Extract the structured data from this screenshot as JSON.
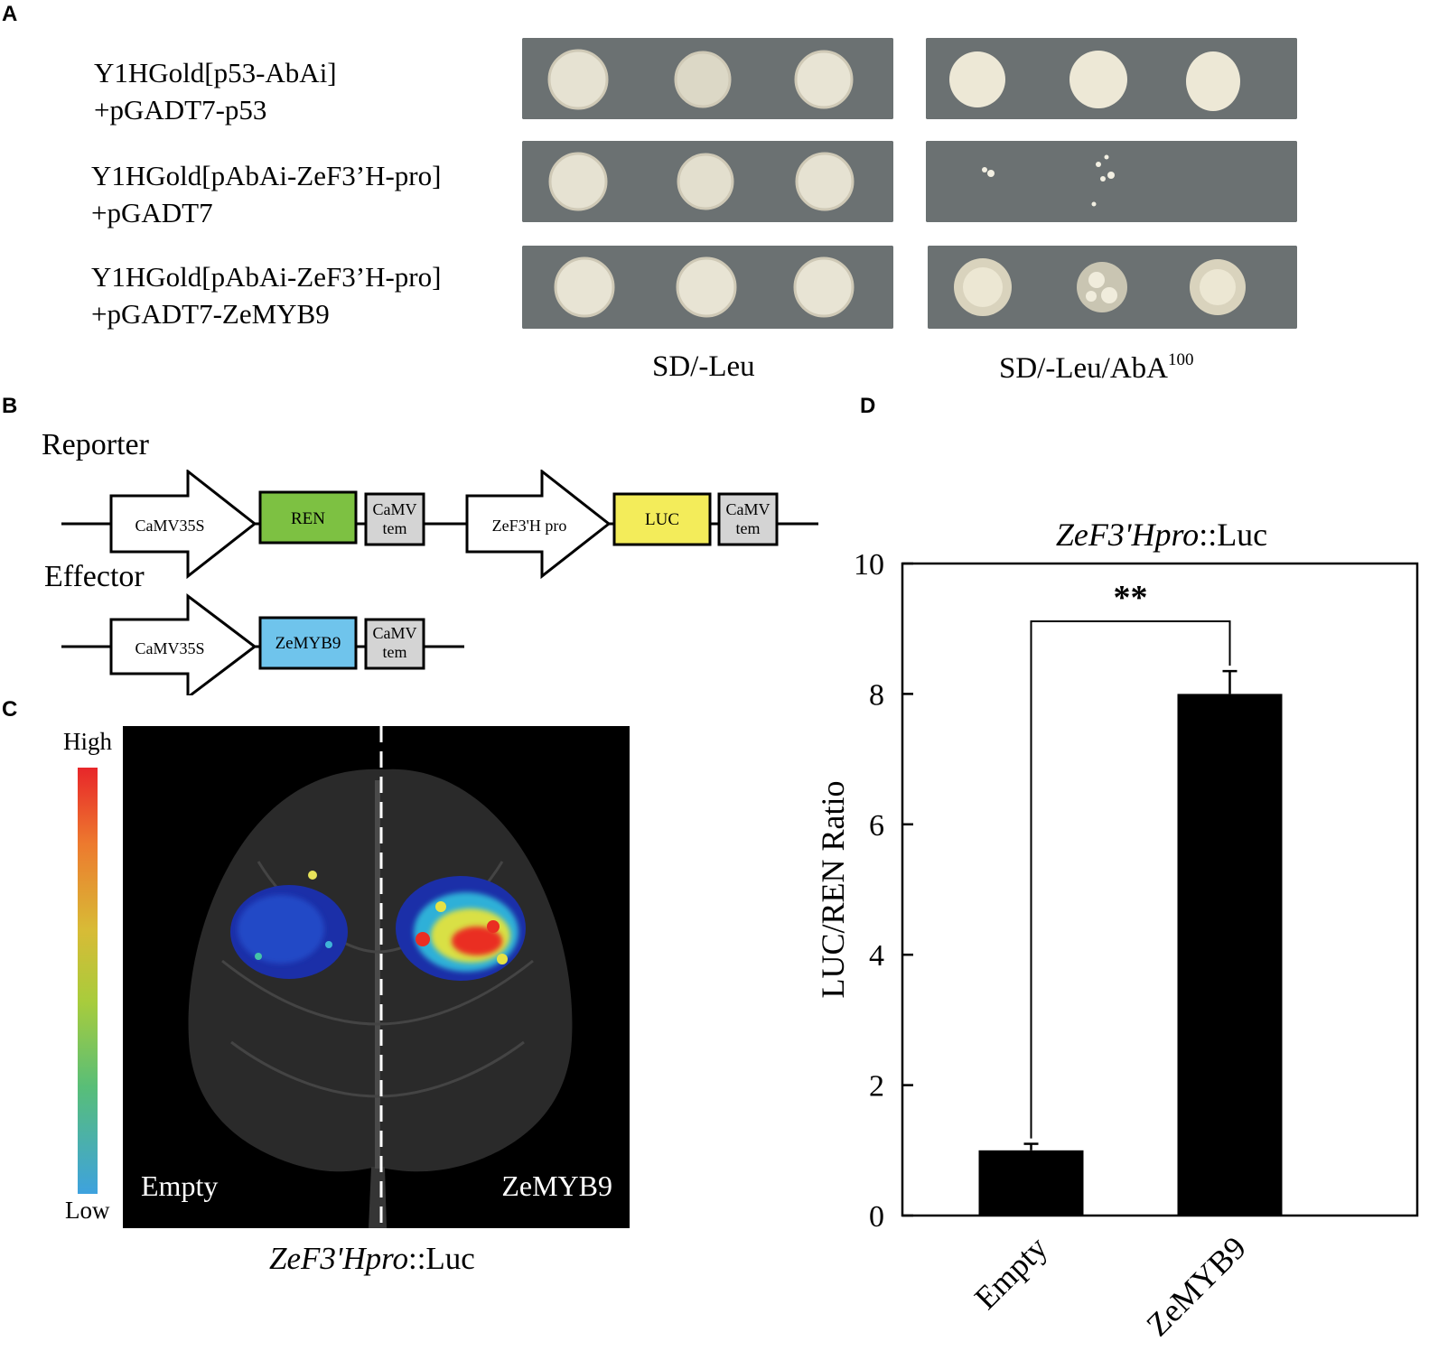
{
  "panels": {
    "a": "A",
    "b": "B",
    "c": "C",
    "d": "D"
  },
  "panel_a": {
    "rows": [
      {
        "line1": "Y1HGold[p53-AbAi]",
        "line2": "+pGADT7-p53"
      },
      {
        "line1": "Y1HGold[pAbAi-ZeF3’H-pro]",
        "line2": "+pGADT7"
      },
      {
        "line1": "Y1HGold[pAbAi-ZeF3’H-pro]",
        "line2": "+pGADT7-ZeMYB9"
      }
    ],
    "media": {
      "left": "SD/-Leu",
      "right_base": "SD/-Leu/AbA",
      "right_sup": "100"
    }
  },
  "panel_b": {
    "reporter_label": "Reporter",
    "effector_label": "Effector",
    "camv35s": "CaMV35S",
    "ren": "REN",
    "zef3h_pro": "ZeF3'H pro",
    "luc": "LUC",
    "zemyb9": "ZeMYB9",
    "term_line1": "CaMV",
    "term_line2": "tem",
    "colors": {
      "ren": "#7dc142",
      "luc": "#f3ec5a",
      "zemyb9": "#6fc4ec",
      "terminator": "#d4d4d4"
    }
  },
  "panel_c": {
    "scale_high": "High",
    "scale_low": "Low",
    "left_label": "Empty",
    "right_label": "ZeMYB9",
    "caption_italic": "ZeF3'Hpro",
    "caption_rest": "::Luc"
  },
  "chart_data": {
    "type": "bar",
    "title_italic": "ZeF3'Hpro",
    "title_rest": "::Luc",
    "categories": [
      "Empty",
      "ZeMYB9"
    ],
    "values": [
      1.0,
      8.0
    ],
    "errors": [
      0.1,
      0.35
    ],
    "ylabel": "LUC/REN Ratio",
    "ylim": [
      0,
      10
    ],
    "yticks": [
      0,
      2,
      4,
      6,
      8,
      10
    ],
    "significance": "**",
    "bar_color": "#000000"
  }
}
